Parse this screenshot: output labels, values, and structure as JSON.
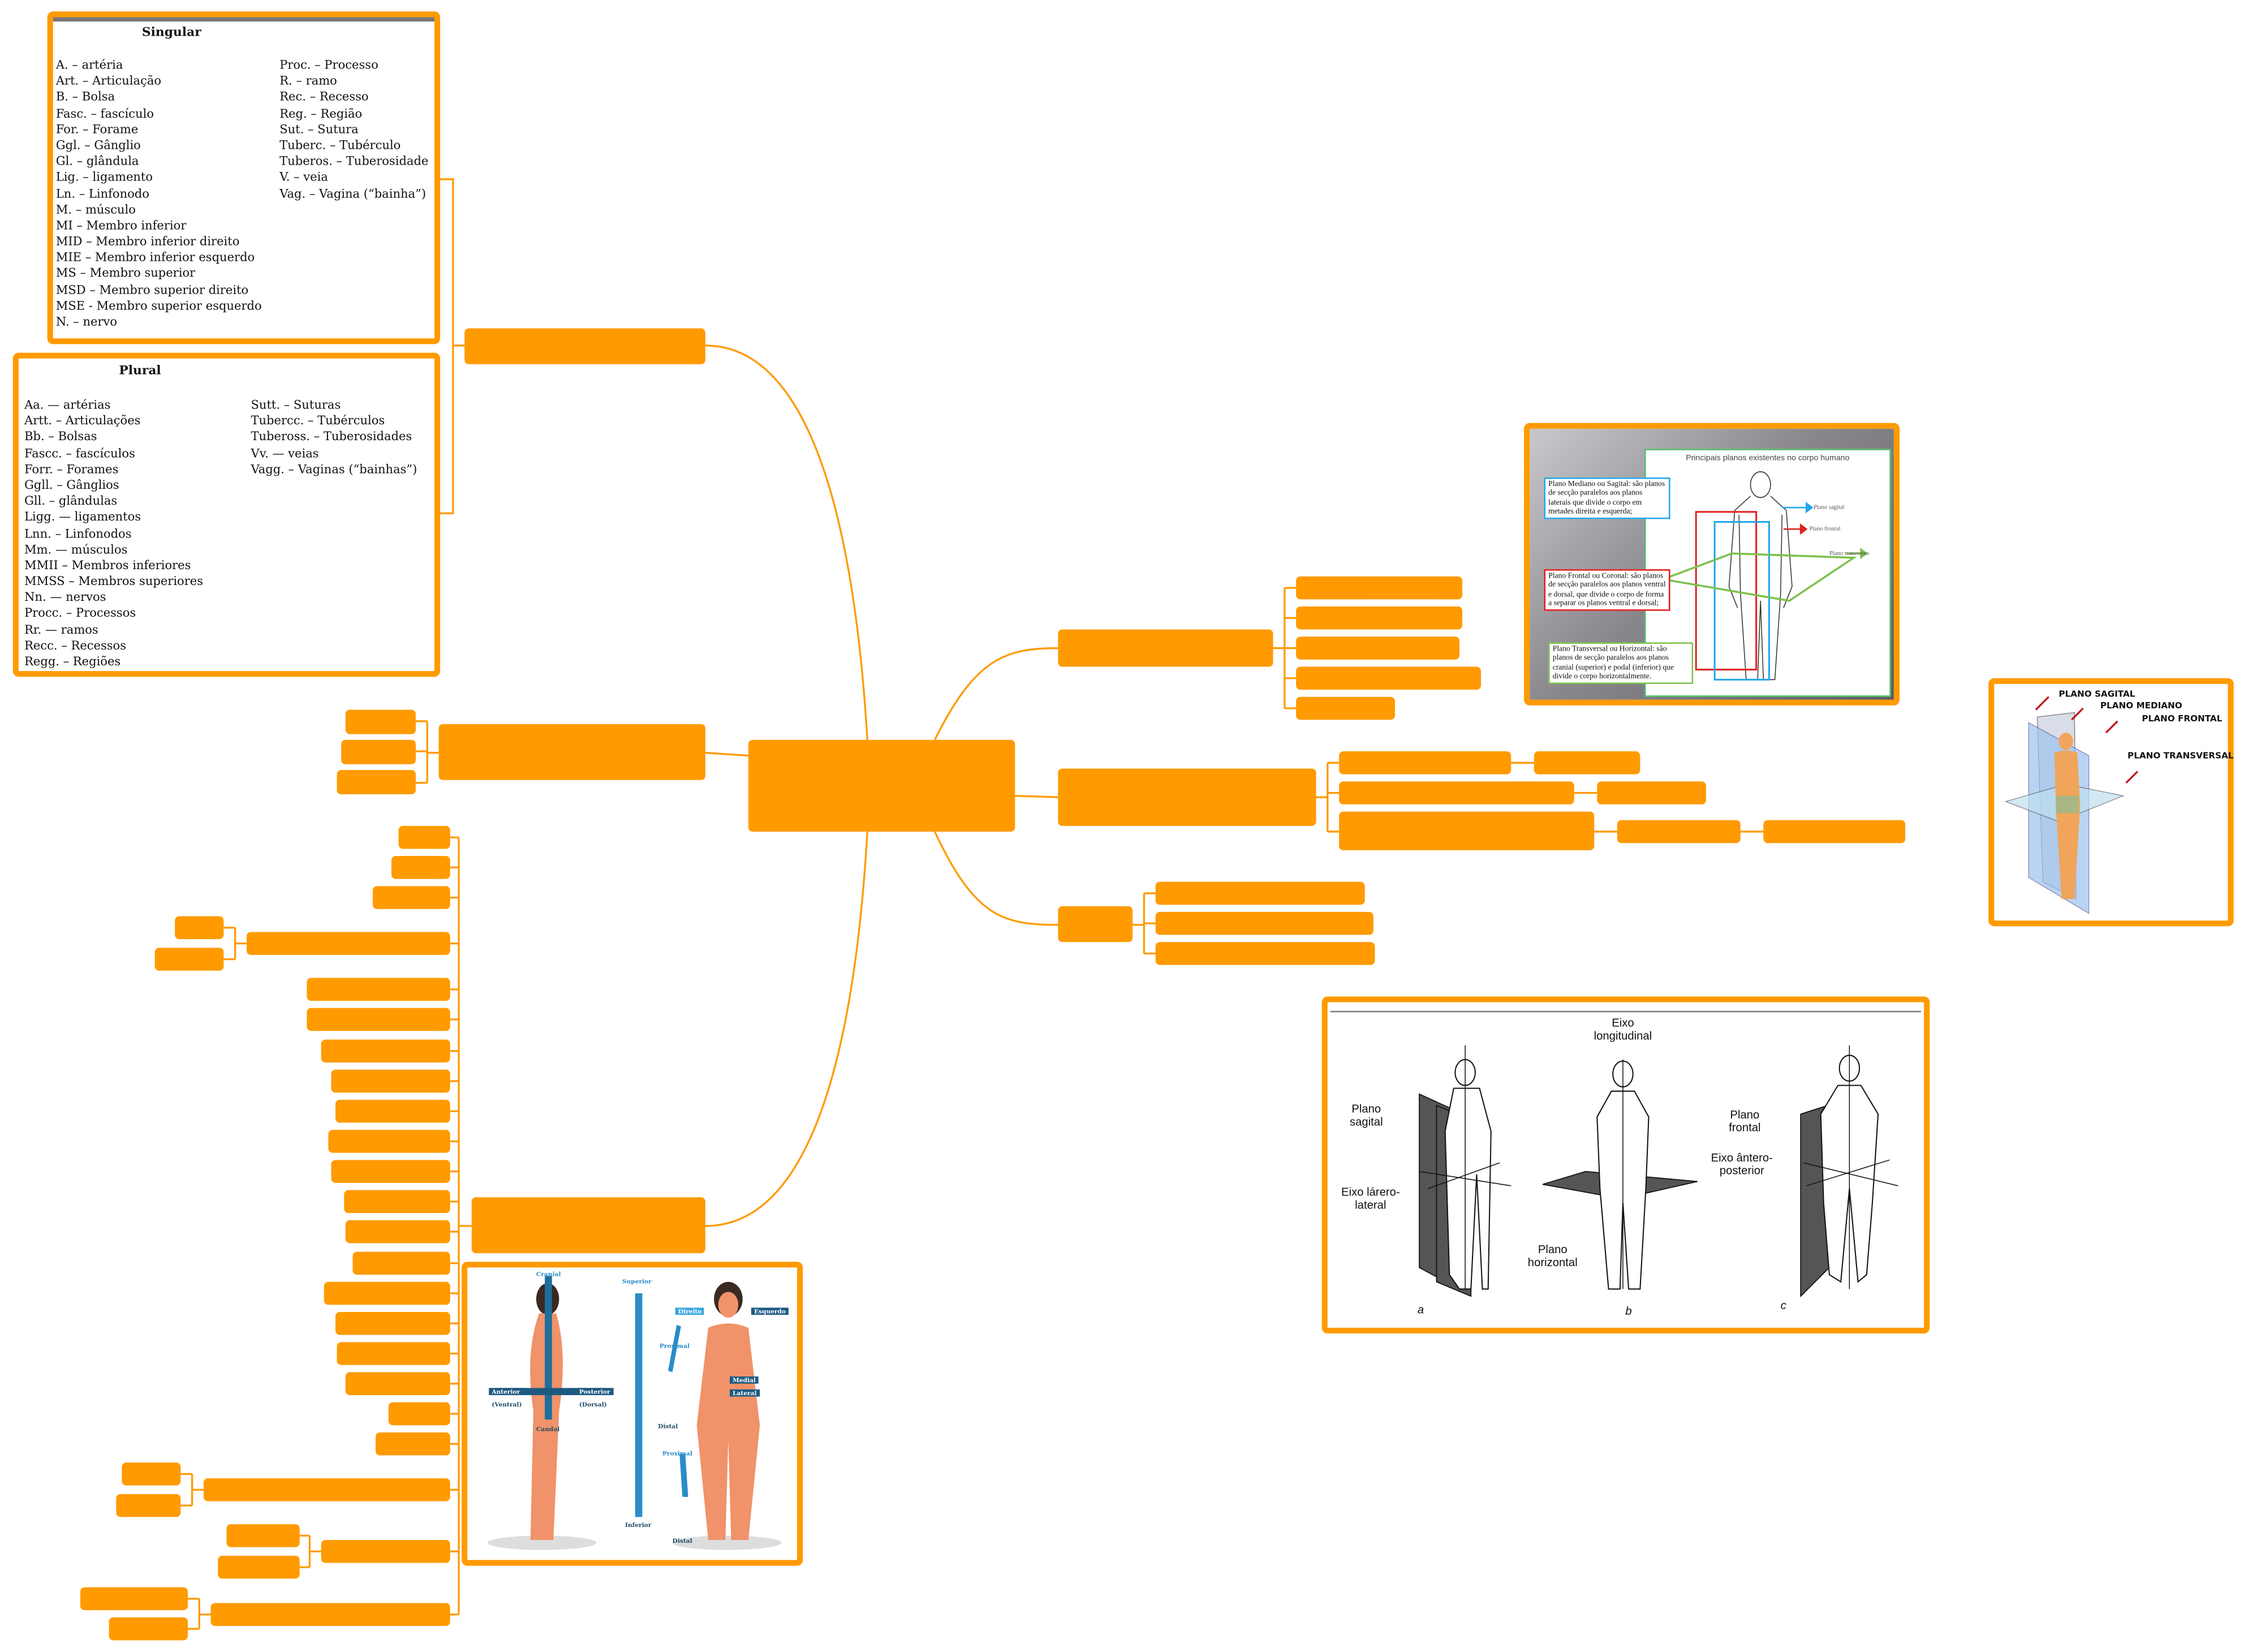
{
  "colors": {
    "node": "#ff9a00",
    "connector": "#ff9a00"
  },
  "abbreviations": {
    "singular": {
      "title": "Singular",
      "left": [
        "A. – artéria",
        "Art. – Articulação",
        "B. – Bolsa",
        "Fasc. – fascículo",
        "For. – Forame",
        "Ggl. – Gânglio",
        "Gl. – glândula",
        "Lig. – ligamento",
        "Ln. – Linfonodo",
        "M. – músculo",
        "MI – Membro inferior",
        "MID – Membro  inferior direito",
        "MIE – Membro inferior esquerdo",
        "MS – Membro superior",
        "MSD – Membro superior direito",
        "MSE - Membro superior esquerdo",
        "N. – nervo"
      ],
      "right": [
        "Proc. – Processo",
        "R. – ramo",
        "Rec. – Recesso",
        "Reg. – Região",
        "Sut. – Sutura",
        "Tuberc. – Tubérculo",
        "Tuberos. – Tuberosidade",
        "V. – veia",
        "Vag. – Vagina (“bainha”)"
      ]
    },
    "plural": {
      "title": "Plural",
      "left": [
        "Aa. — artérias",
        "Artt. – Articulações",
        "Bb. – Bolsas",
        "Fascc. – fascículos",
        "Forr. – Forames",
        "Ggll. – Gânglios",
        "Gll. – glândulas",
        "Ligg. — ligamentos",
        "Lnn. – Linfonodos",
        "Mm. — músculos",
        "MMII – Membros inferiores",
        "MMSS – Membros superiores",
        "Nn. — nervos",
        "Procc. – Processos",
        "Rr. — ramos",
        "Recc. – Recessos",
        "Regg. – Regiões"
      ],
      "right": [
        "Sutt. – Suturas",
        "Tubercc. – Tubérculos",
        "Tubeross. – Tuberosidades",
        "Vv. — veias",
        "Vagg. – Vaginas (“bainhas”)"
      ]
    }
  },
  "planes_image": {
    "title": "Principais planos existentes no corpo humano",
    "median": "Plano Mediano ou Sagital: são planos de secção paralelos aos planos laterais que divide o corpo em metades direita e esquerda;",
    "frontal": "Plano Frontal ou Coronal: são planos de secção paralelos aos planos ventral e dorsal, que divide o corpo de forma a separar os planos ventral e dorsal;",
    "transverse": "Plano Transversal ou Horizontal: são planos de secção paralelos aos planos cranial (superior) e podal (inferior) que divide o corpo horizontalmente.",
    "arrow_sagittal": "Plano sagital",
    "arrow_frontal": "Plano frontal",
    "arrow_transverse": "Plano transverso"
  },
  "planes_small_image": {
    "sagittal": "PLANO SAGITAL",
    "median": "PLANO MEDIANO",
    "frontal": "PLANO FRONTAL",
    "transverse": "PLANO TRANSVERSAL"
  },
  "axes_image": {
    "longitudinal": "Eixo longitudinal",
    "sagittal_plane": "Plano sagital",
    "laterolateral": "Eixo lárero-lateral",
    "horizontal_plane": "Plano horizontal",
    "frontal_plane": "Plano frontal",
    "anteroposterior": "Eixo ântero-posterior",
    "a": "a",
    "b": "b",
    "c": "c"
  },
  "directions_image": {
    "cranial": "Cranial",
    "caudal": "Caudal",
    "anterior": "Anterior",
    "ventral": "(Ventral)",
    "posterior": "Posterior",
    "dorsal": "(Dorsal)",
    "superior": "Superior",
    "inferior": "Inferior",
    "right": "Direito",
    "left": "Esquerdo",
    "proximal_1": "Proximal",
    "distal_1": "Distal",
    "proximal_2": "Proximal",
    "distal_2": "Distal",
    "medial": "Medial",
    "lateral": "Lateral"
  }
}
